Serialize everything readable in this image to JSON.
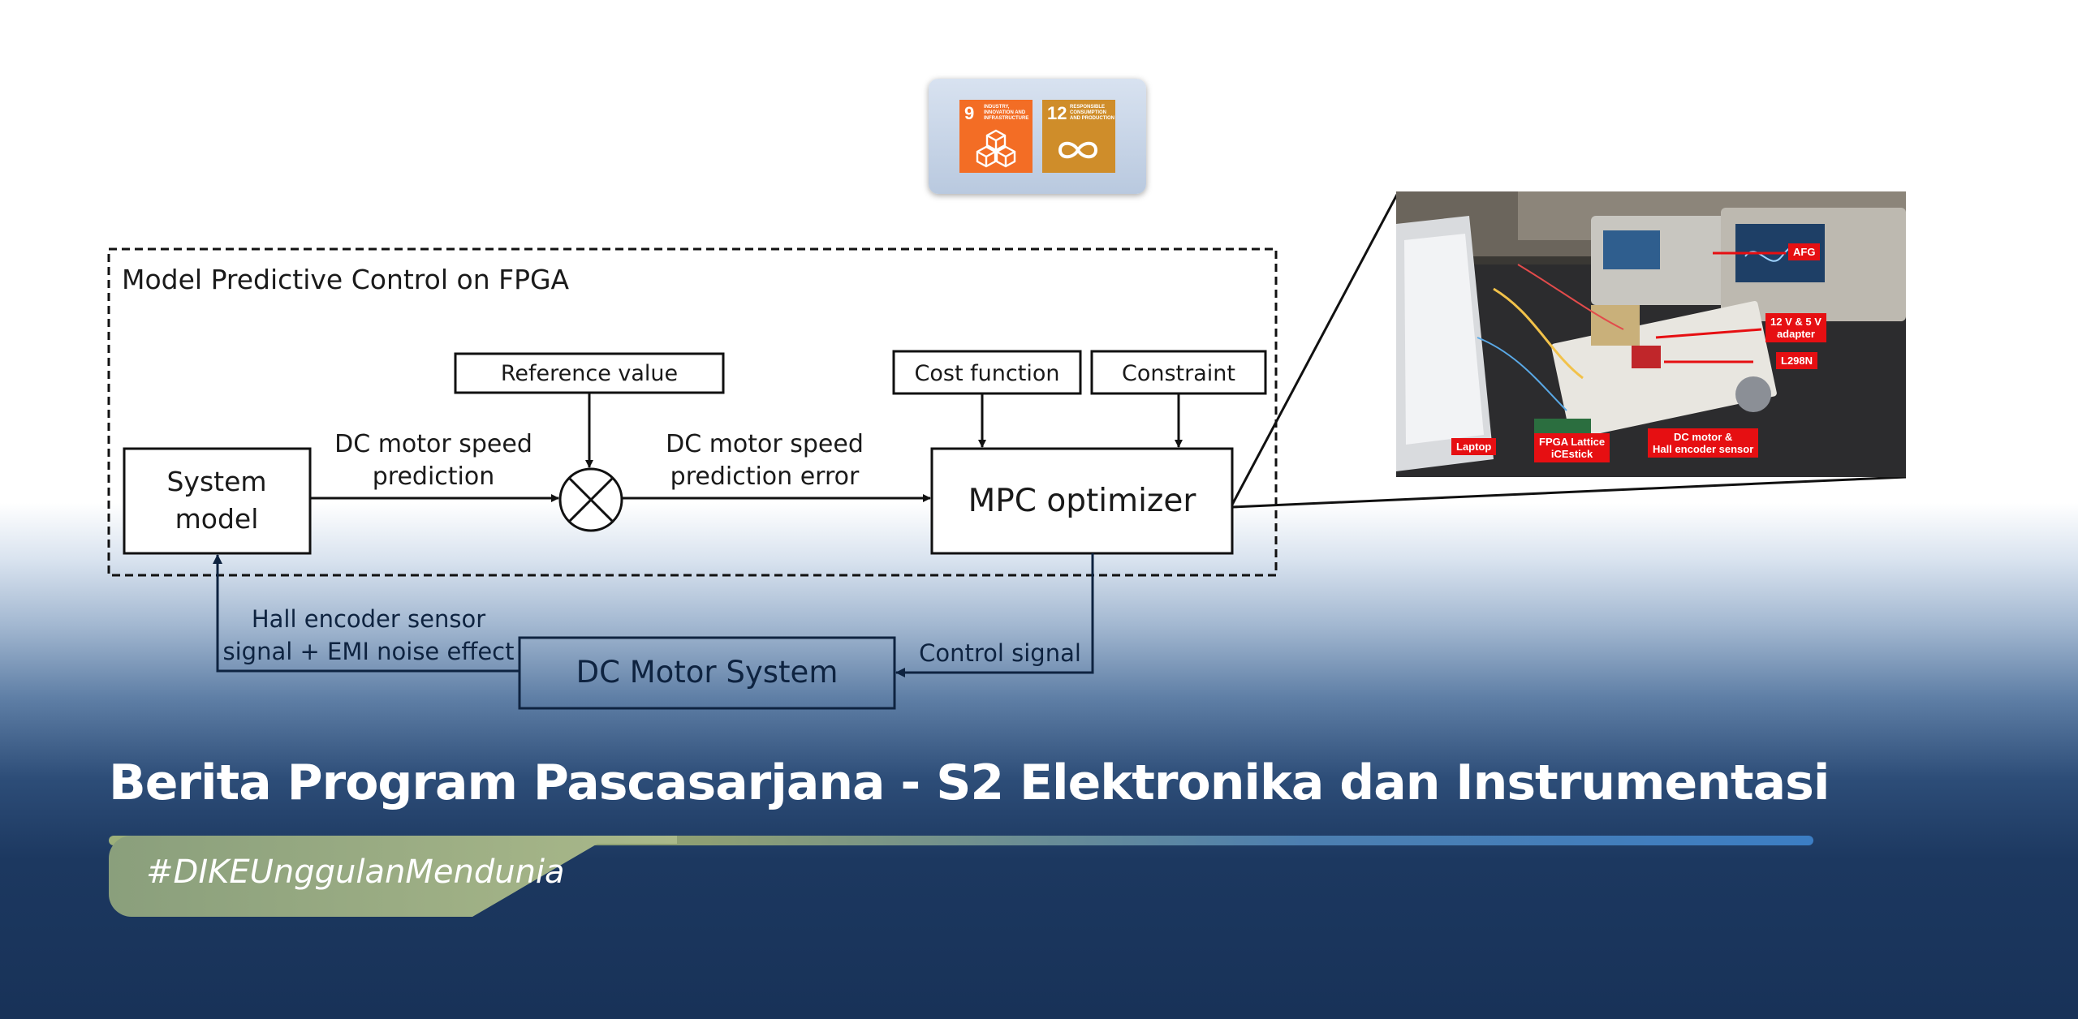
{
  "sdg": {
    "goal9": {
      "number": "9",
      "caption": "INDUSTRY, INNOVATION AND INFRASTRUCTURE",
      "color": "#f36d25"
    },
    "goal12": {
      "number": "12",
      "caption": "RESPONSIBLE CONSUMPTION AND PRODUCTION",
      "color": "#cf8d2a"
    }
  },
  "diagram": {
    "container_title": "Model Predictive Control on FPGA",
    "system_model": [
      "System",
      "model"
    ],
    "reference_value": "Reference value",
    "cost_function": "Cost function",
    "constraint": "Constraint",
    "speed_prediction": [
      "DC motor speed",
      "prediction"
    ],
    "prediction_error": [
      "DC motor speed",
      "prediction error"
    ],
    "mpc_optimizer": "MPC optimizer",
    "feedback_label": [
      "Hall encoder sensor",
      "signal + EMI noise effect"
    ],
    "dc_motor_system": "DC Motor System",
    "control_signal": "Control signal"
  },
  "photo": {
    "tags": {
      "afg": "AFG",
      "adapter": [
        "12 V & 5 V",
        "adapter"
      ],
      "l298n": "L298N",
      "laptop": "Laptop",
      "fpga": [
        "FPGA Lattice",
        "iCEstick"
      ],
      "motor": [
        "DC motor &",
        "Hall encoder sensor"
      ]
    }
  },
  "footer": {
    "headline": "Berita Program Pascasarjana - S2 Elektronika dan Instrumentasi",
    "hashtag": "#DIKEUnggulanMendunia"
  }
}
